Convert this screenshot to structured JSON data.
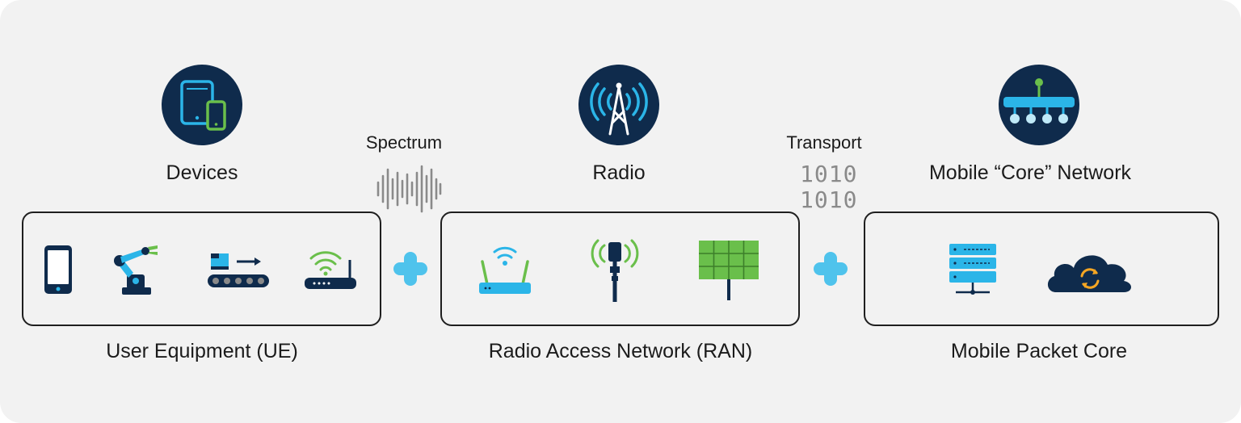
{
  "colors": {
    "background": "#f2f2f2",
    "circle": "#0f2b4c",
    "accent_blue": "#2bb5e8",
    "accent_green": "#6abf4b",
    "navy": "#0f2b4c",
    "plus": "#4fc3ec",
    "gray": "#8a8a8a"
  },
  "top": {
    "devices": {
      "label": "Devices",
      "icon": "tablet-phone-icon"
    },
    "radio": {
      "label": "Radio",
      "icon": "radio-tower-icon"
    },
    "core": {
      "label": "Mobile “Core” Network",
      "icon": "network-hub-icon"
    }
  },
  "connectors": {
    "spectrum": {
      "label": "Spectrum",
      "icon": "waveform-icon"
    },
    "transport": {
      "label": "Transport",
      "icon": "binary-icon",
      "binary": [
        "1010",
        "1010"
      ]
    }
  },
  "groups": {
    "ue": {
      "label": "User Equipment (UE)",
      "icons": [
        "smartphone-icon",
        "robot-arm-icon",
        "conveyor-icon",
        "wifi-router-icon"
      ]
    },
    "ran": {
      "label": "Radio Access Network (RAN)",
      "icons": [
        "wifi-access-point-icon",
        "small-cell-antenna-icon",
        "antenna-panel-icon"
      ]
    },
    "core": {
      "label": "Mobile Packet Core",
      "icons": [
        "server-stack-icon",
        "cloud-sync-icon"
      ]
    }
  },
  "plus_icons": [
    "plus-icon",
    "plus-icon"
  ]
}
